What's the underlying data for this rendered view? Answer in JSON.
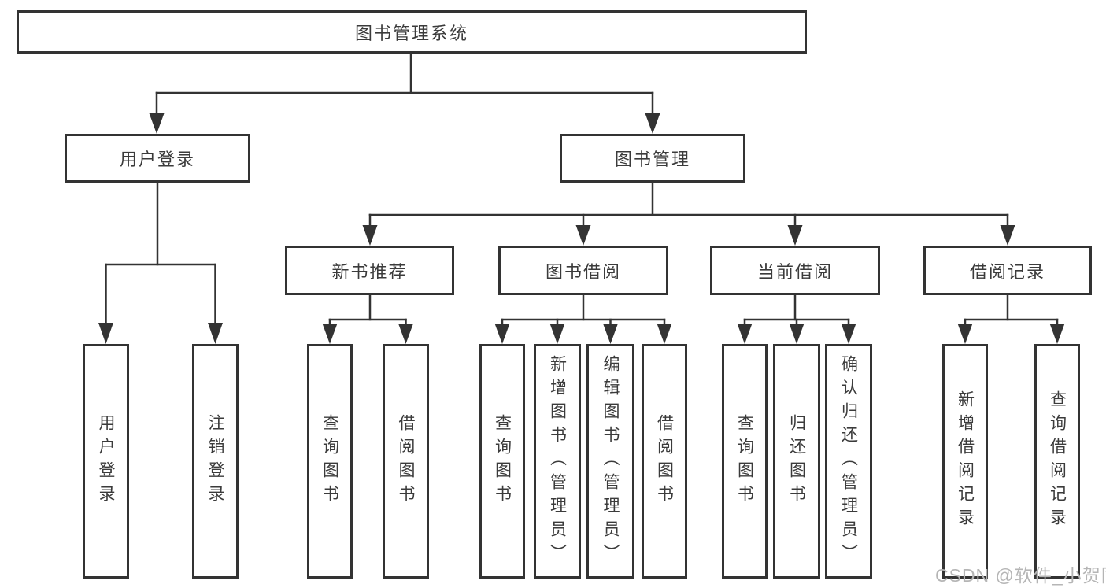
{
  "root": {
    "label": "图书管理系统"
  },
  "branches": [
    {
      "label": "用户登录",
      "children": [
        {
          "label": "用户登录"
        },
        {
          "label": "注销登录"
        }
      ]
    },
    {
      "label": "图书管理",
      "children": [
        {
          "label": "新书推荐",
          "children": [
            {
              "label": "查询图书"
            },
            {
              "label": "借阅图书"
            }
          ]
        },
        {
          "label": "图书借阅",
          "children": [
            {
              "label": "查询图书"
            },
            {
              "label": "新增图书（管理员）"
            },
            {
              "label": "编辑图书（管理员）"
            },
            {
              "label": "借阅图书"
            }
          ]
        },
        {
          "label": "当前借阅",
          "children": [
            {
              "label": "查询图书"
            },
            {
              "label": "归还图书"
            },
            {
              "label": "确认归还（管理员）"
            }
          ]
        },
        {
          "label": "借阅记录",
          "children": [
            {
              "label": "新增借阅记录"
            },
            {
              "label": "查询借阅记录"
            }
          ]
        }
      ]
    }
  ],
  "watermark": {
    "text": "CSDN @软件_小贺同学"
  },
  "colors": {
    "line": "#333333",
    "box_border": "#333333",
    "box_fill": "#ffffff",
    "text": "#3b3b3b",
    "watermark": "#b5b5b5",
    "background": "#ffffff"
  }
}
